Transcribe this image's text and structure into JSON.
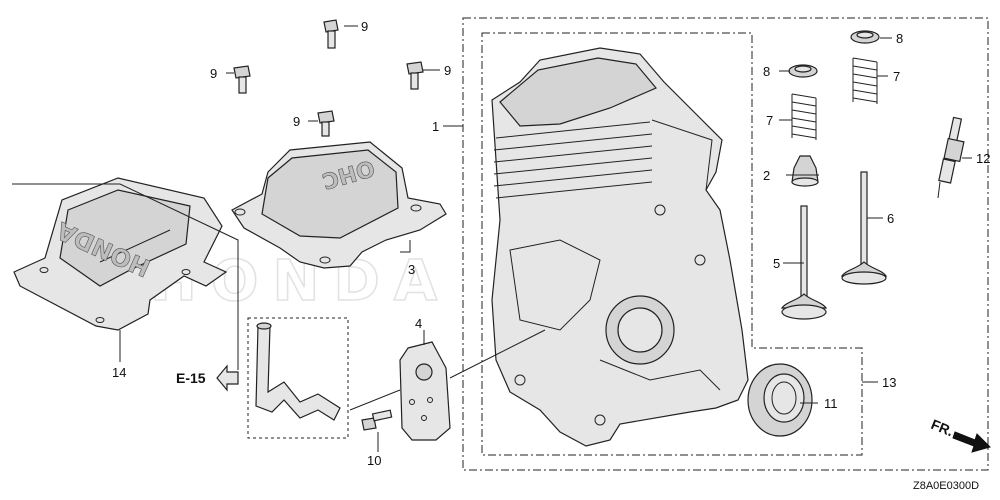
{
  "callouts": {
    "c1": "1",
    "c2": "2",
    "c3": "3",
    "c4": "4",
    "c5": "5",
    "c6": "6",
    "c7a": "7",
    "c7b": "7",
    "c8a": "8",
    "c8b": "8",
    "c9a": "9",
    "c9b": "9",
    "c9c": "9",
    "c9d": "9",
    "c10": "10",
    "c11": "11",
    "c12": "12",
    "c13": "13",
    "c14": "14"
  },
  "reference": {
    "label": "E-15"
  },
  "direction": {
    "label": "FR."
  },
  "diagram_code": "Z8A0E0300D",
  "embossed": {
    "cover_small": "OHC",
    "cover_large": "HONDA",
    "watermark": "HONDA"
  }
}
